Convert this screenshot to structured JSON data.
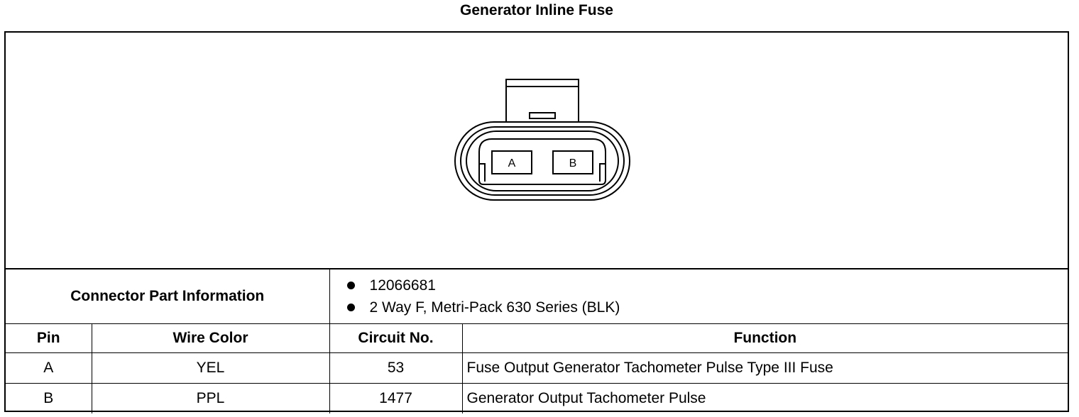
{
  "title": "Generator Inline Fuse",
  "connector": {
    "pin_a_label": "A",
    "pin_b_label": "B"
  },
  "part_info": {
    "label": "Connector Part Information",
    "items": [
      "12066681",
      "2 Way F, Metri-Pack 630 Series (BLK)"
    ]
  },
  "table": {
    "headers": [
      "Pin",
      "Wire Color",
      "Circuit No.",
      "Function"
    ],
    "rows": [
      {
        "pin": "A",
        "wire_color": "YEL",
        "circuit": "53",
        "function": "Fuse Output Generator Tachometer Pulse Type III Fuse"
      },
      {
        "pin": "B",
        "wire_color": "PPL",
        "circuit": "1477",
        "function": "Generator Output Tachometer Pulse"
      }
    ]
  }
}
